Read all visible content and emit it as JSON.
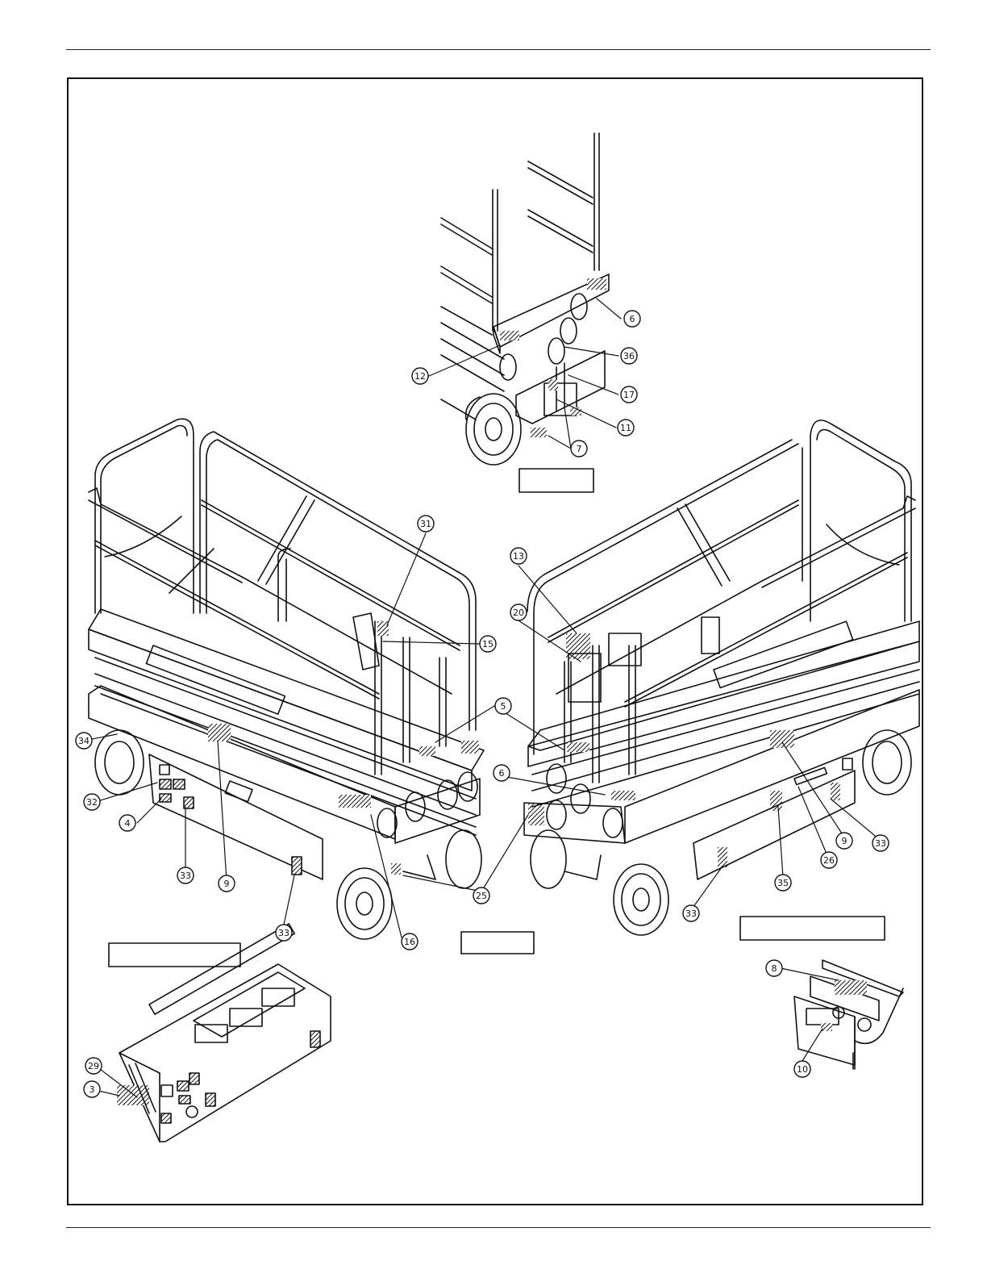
{
  "diagram": {
    "type": "exploded parts/decal location drawing",
    "callouts": [
      "6",
      "36",
      "12",
      "17",
      "11",
      "7",
      "31",
      "13",
      "20",
      "15",
      "5",
      "34",
      "32",
      "4",
      "33",
      "9",
      "16",
      "25",
      "26",
      "35",
      "8",
      "10",
      "29",
      "3"
    ],
    "label_boxes": [
      "",
      "",
      "",
      ""
    ]
  }
}
